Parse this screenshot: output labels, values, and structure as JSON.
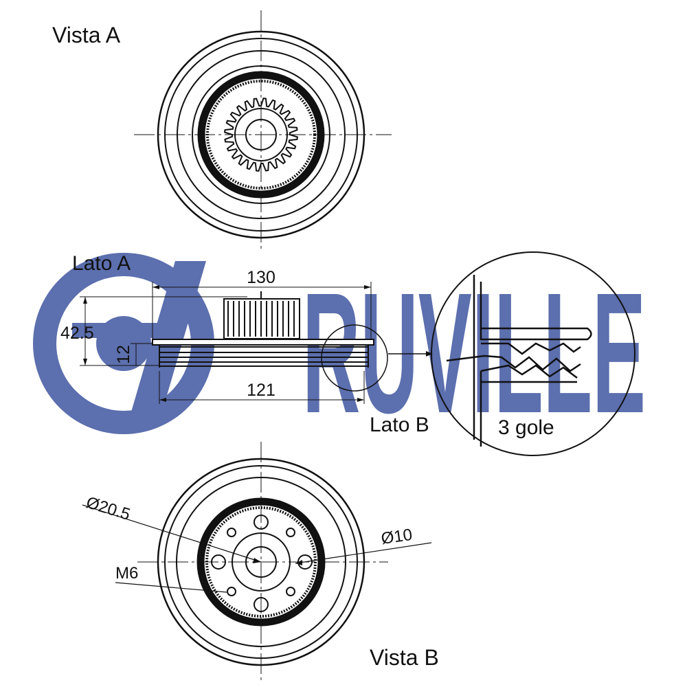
{
  "labels": {
    "vista_a": "Vista A",
    "lato_a": "Lato A",
    "lato_b": "Lato B",
    "grooves": "3 gole",
    "vista_b": "Vista B"
  },
  "dimensions": {
    "overall_diameter": "130",
    "height": "42.5",
    "pulley_width": "12",
    "pulley_diameter": "121",
    "hub_bore": "Ø20.5",
    "hole_diameter": "Ø10",
    "thread": "M6"
  },
  "watermark": {
    "text": "RUVILLE",
    "color": "#5c6fae"
  }
}
